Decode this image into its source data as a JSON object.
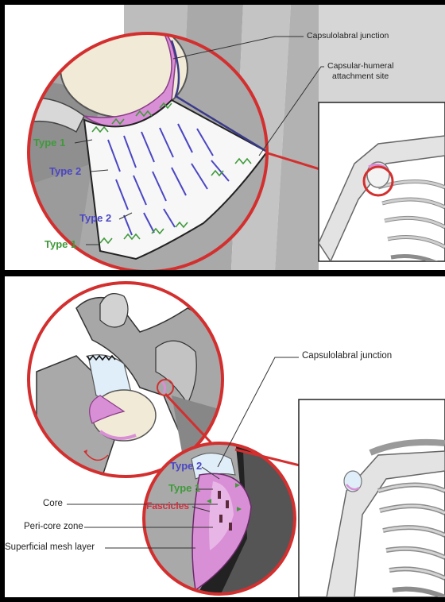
{
  "top_panel": {
    "capsulolabral_junction": "Capsulolabral junction",
    "capsular_humeral_line1": "Capsular-humeral",
    "capsular_humeral_line2": "attachment site",
    "type1_upper": "Type 1",
    "type2_upper": "Type 2",
    "type2_lower": "Type 2",
    "type1_lower": "Type 1"
  },
  "bottom_panel": {
    "capsulolabral_junction": "Capsulolabral junction",
    "type2": "Type 2",
    "type1": "Type 1",
    "fascicles": "Fascicles",
    "core": "Core",
    "peri_core_zone": "Peri-core zone",
    "superficial_mesh_layer": "Superficial mesh layer"
  },
  "colors": {
    "type1": "#3f9a3a",
    "type2": "#4b46c4",
    "fascicles": "#d03040",
    "magnify_ring": "#d32f2f",
    "labrum_pink": "#d98fd6"
  }
}
